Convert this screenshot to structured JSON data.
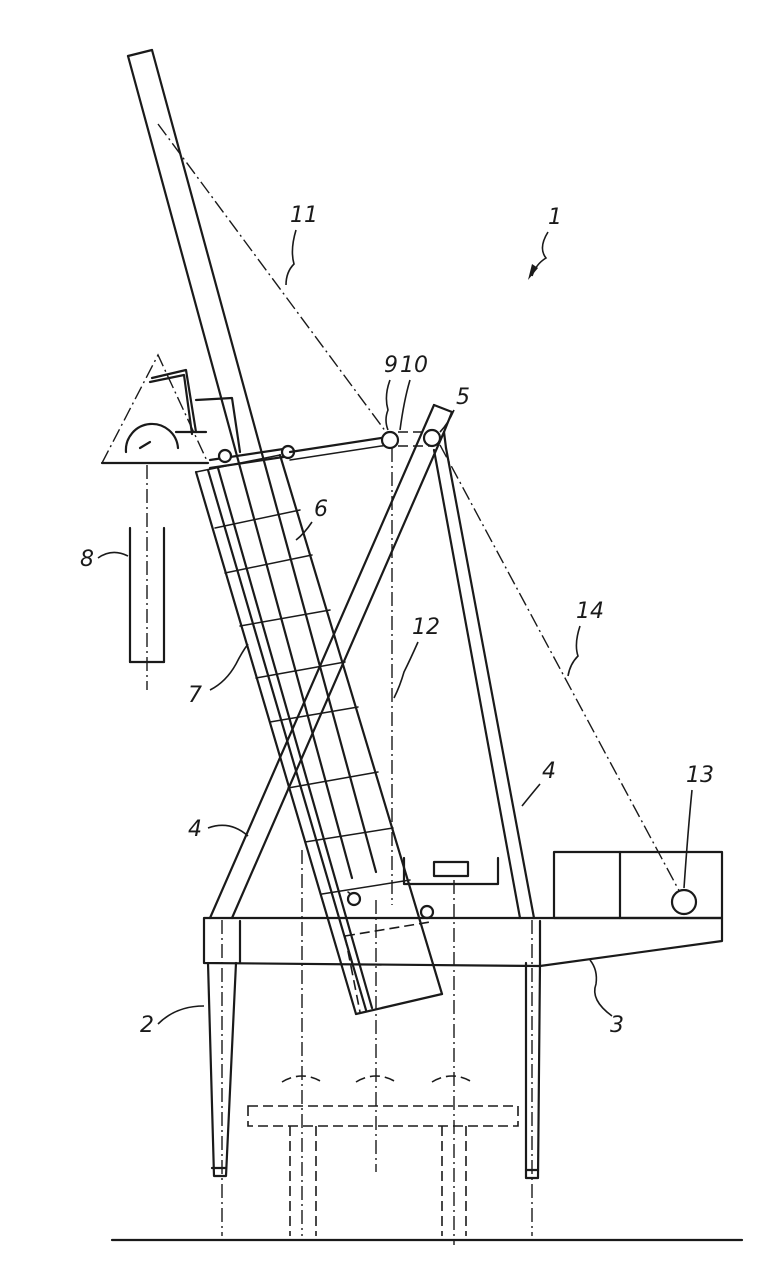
{
  "reference_numerals": {
    "n1": "1",
    "n2": "2",
    "n3": "3",
    "n4a": "4",
    "n4b": "4",
    "n5": "5",
    "n6": "6",
    "n7": "7",
    "n8": "8",
    "n9": "9",
    "n10": "10",
    "n11": "11",
    "n12": "12",
    "n13": "13",
    "n14": "14"
  }
}
